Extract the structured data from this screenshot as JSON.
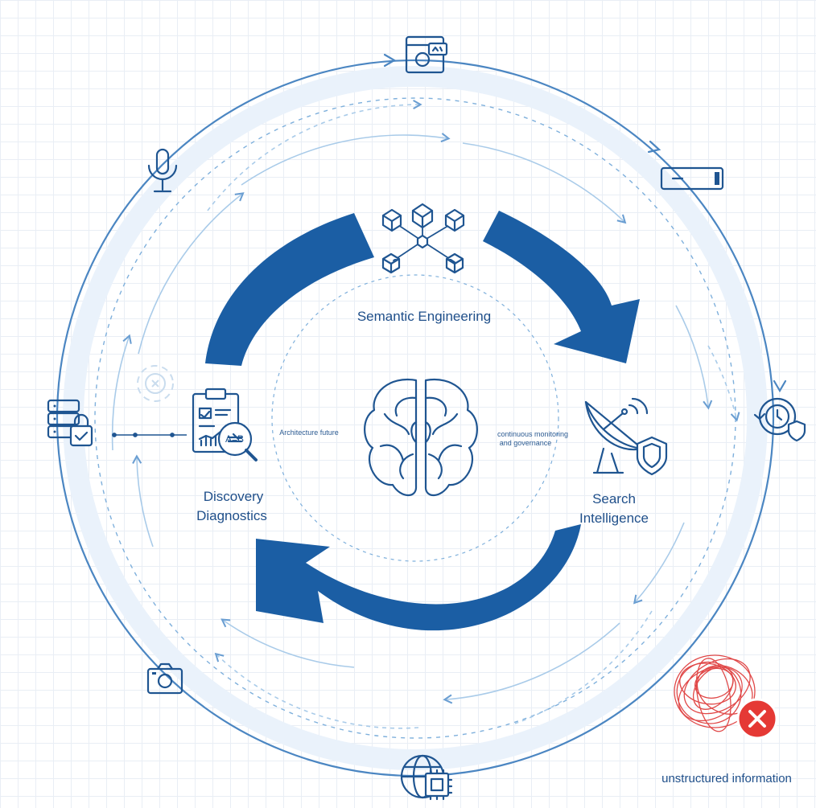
{
  "stages": {
    "top": "Semantic Engineering",
    "left_line1": "Discovery",
    "left_line2": "Diagnostics",
    "right_line1": "Search",
    "right_line2": "Intelligence"
  },
  "notes": {
    "left": "Architecture future",
    "right_line1": "continuous monitoring",
    "right_line2": "and governance"
  },
  "footer": "unstructured information",
  "colors": {
    "primary_arrow": "#1b5ea4",
    "ring": "#4b86c2",
    "light_ring": "#eaf2fb",
    "accent_error": "#e53935"
  },
  "icons": {
    "top": "monitor-chat-icon",
    "top_right": "server-icon",
    "right": "clock-shield-icon",
    "bottom_right": "tangled-error-icon",
    "bottom": "globe-chip-icon",
    "bottom_left": "camera-icon",
    "left": "database-lock-icon",
    "top_left": "microphone-icon",
    "faded": "gear-icon",
    "center": "brain-icon",
    "semantic": "cube-network-icon",
    "discovery": "clipboard-magnifier-icon",
    "search": "satellite-dish-shield-icon"
  }
}
